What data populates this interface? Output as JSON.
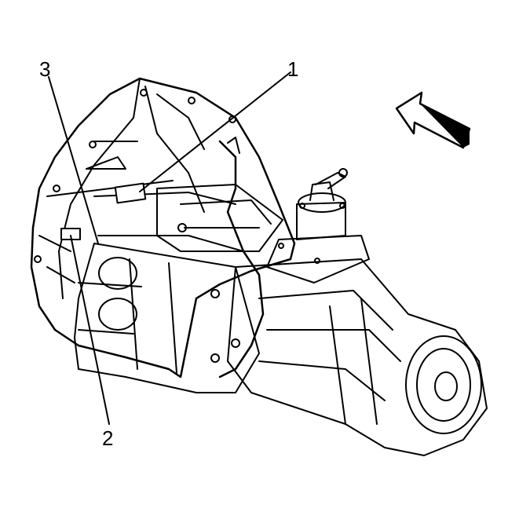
{
  "callouts": [
    {
      "id": "1",
      "label": "1"
    },
    {
      "id": "2",
      "label": "2"
    },
    {
      "id": "3",
      "label": "3"
    }
  ],
  "colors": {
    "ink": "#000000",
    "paper": "#ffffff"
  },
  "icons": {
    "direction": "arrow-icon"
  }
}
